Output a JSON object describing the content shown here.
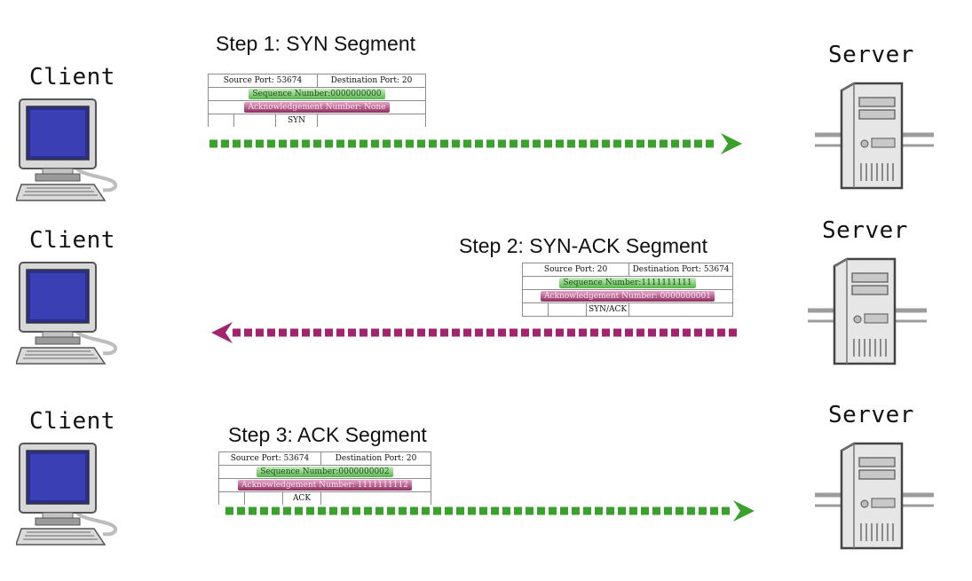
{
  "hosts": {
    "client_label": "Client",
    "server_label": "Server"
  },
  "steps": [
    {
      "title": "Step 1: SYN Segment",
      "source_port": "Source Port: 53674",
      "destination_port": "Destination Port: 20",
      "sequence_number": "Sequence Number:0000000000",
      "acknowledgement_number": "Acknowledgement Number: None",
      "flag": "SYN",
      "direction": "client-to-server",
      "arrow_color": "#3aa12c"
    },
    {
      "title": "Step 2: SYN-ACK Segment",
      "source_port": "Source Port:  20",
      "destination_port": "Destination Port: 53674",
      "sequence_number": "Sequence Number:1111111111",
      "acknowledgement_number": "Acknowledgement Number: 0000000001",
      "flag": "SYN/ACK",
      "direction": "server-to-client",
      "arrow_color": "#a3246e"
    },
    {
      "title": "Step 3: ACK Segment",
      "source_port": "Source Port: 53674",
      "destination_port": "Destination Port: 20",
      "sequence_number": "Sequence Number:0000000002",
      "acknowledgement_number": "Acknowledgement Number: 1111111112",
      "flag": "ACK",
      "direction": "client-to-server",
      "arrow_color": "#3aa12c"
    }
  ],
  "icons": {
    "client": "desktop-computer-icon",
    "server": "server-tower-icon"
  }
}
